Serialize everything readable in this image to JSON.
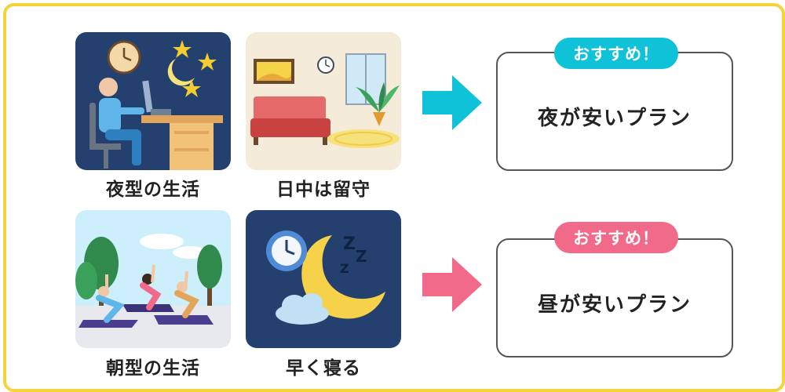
{
  "colors": {
    "frame": "#f5d33a",
    "cyan": "#0fc2d8",
    "pink": "#f26a8a"
  },
  "rows": [
    {
      "tiles": [
        {
          "caption": "夜型の生活",
          "icon": "night-work-icon"
        },
        {
          "caption": "日中は留守",
          "icon": "empty-living-room-icon"
        }
      ],
      "badge": "おすすめ！",
      "plan": "夜が安いプラン"
    },
    {
      "tiles": [
        {
          "caption": "朝型の生活",
          "icon": "morning-yoga-icon"
        },
        {
          "caption": "早く寝る",
          "icon": "moon-sleep-icon"
        }
      ],
      "badge": "おすすめ！",
      "plan": "昼が安いプラン"
    }
  ]
}
